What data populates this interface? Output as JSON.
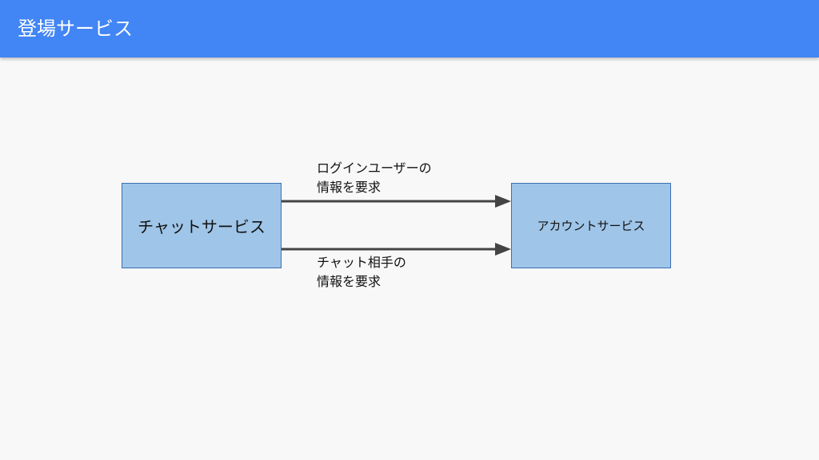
{
  "header": {
    "title": "登場サービス"
  },
  "diagram": {
    "source_box": "チャットサービス",
    "target_box": "アカウントサービス",
    "arrow_top_label": [
      "ログインユーザーの",
      "情報を要求"
    ],
    "arrow_bottom_label": [
      "チャット相手の",
      "情報を要求"
    ]
  },
  "colors": {
    "header": "#4285f4",
    "box_fill": "#9fc5e8",
    "box_border": "#3d6fb0",
    "arrow": "#444444"
  }
}
